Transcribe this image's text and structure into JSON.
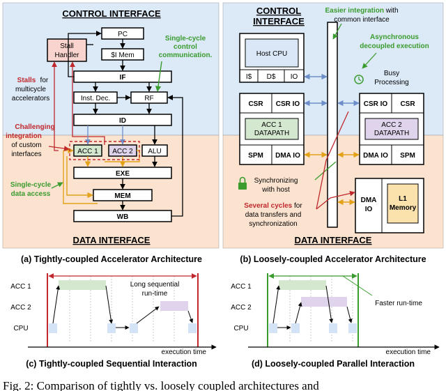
{
  "left": {
    "control_title": "CONTROL INTERFACE",
    "data_title": "DATA INTERFACE",
    "blocks": {
      "stall_handler": "Stall\nHandler",
      "pc": "PC",
      "imem": "$I Mem",
      "if": "IF",
      "inst_dec": "Inst. Dec.",
      "rf": "RF",
      "id": "ID",
      "acc1": "ACC 1",
      "acc2": "ACC 2",
      "alu": "ALU",
      "exe": "EXE",
      "mem": "MEM",
      "wb": "WB"
    },
    "notes": {
      "single_cycle_control": [
        "Single-cycle",
        "control",
        "communication."
      ],
      "stalls_red": "Stalls",
      "stalls_rest": [
        " for",
        "multicycle",
        "accelerators"
      ],
      "challenging_red": [
        "Challenging",
        "integration"
      ],
      "challenging_rest": [
        "of custom",
        "interfaces"
      ],
      "single_cycle_data": [
        "Single-cycle",
        "data access"
      ]
    },
    "caption": "(a) Tightly-coupled Accelerator Architecture"
  },
  "right": {
    "control_title": "CONTROL\nINTERFACE",
    "data_title": "DATA INTERFACE",
    "notes": {
      "easier_green": "Easier integration",
      "easier_rest": " with",
      "easier_line2": "common interface",
      "async_green": [
        "Asynchronous",
        "decoupled execution"
      ],
      "busy": [
        "Busy",
        "Processing"
      ],
      "sync": [
        "Synchronizing",
        "with host"
      ],
      "several_red": "Several cycles",
      "several_rest": " for",
      "several_line2": "data transfers and",
      "several_line3": "synchronization"
    },
    "blocks": {
      "host_cpu": "Host CPU",
      "i_cache": "I$",
      "d_cache": "D$",
      "io": "IO",
      "csr": "CSR",
      "csr_io": "CSR IO",
      "acc1_datapath": "ACC 1\nDATAPATH",
      "acc2_datapath": "ACC 2\nDATAPATH",
      "spm": "SPM",
      "dma_io": "DMA IO",
      "dma_io_split": "DMA\nIO",
      "l1_memory": "L1\nMemory"
    },
    "caption": "(b) Loosely-coupled Accelerator Architecture"
  },
  "timing": {
    "rows": [
      "ACC 1",
      "ACC 2",
      "CPU"
    ],
    "axis_label": "execution time",
    "left_note": [
      "Long sequential",
      "run-time"
    ],
    "right_note": "Faster run-time",
    "left_caption": "(c) Tightly-coupled Sequential Interaction",
    "right_caption": "(d) Loosely-coupled Parallel Interaction"
  },
  "figure_caption": "Fig. 2: Comparison of tightly vs. loosely coupled architectures and",
  "colors": {
    "control_bg": "#dce9f7",
    "data_bg": "#fbe3cf",
    "acc1_fill": "#d4e8d0",
    "acc2_fill": "#e0d4ec",
    "cpu_fill": "#d4e4f6",
    "stall_fill": "#f9d3cd",
    "host_fill": "#d9e7f6",
    "l1_fill": "#fbe2ad",
    "blue_arrow": "#6d8fc9",
    "orange_arrow": "#e3a21a",
    "red": "#c0282d",
    "green": "#3a9b2e"
  }
}
